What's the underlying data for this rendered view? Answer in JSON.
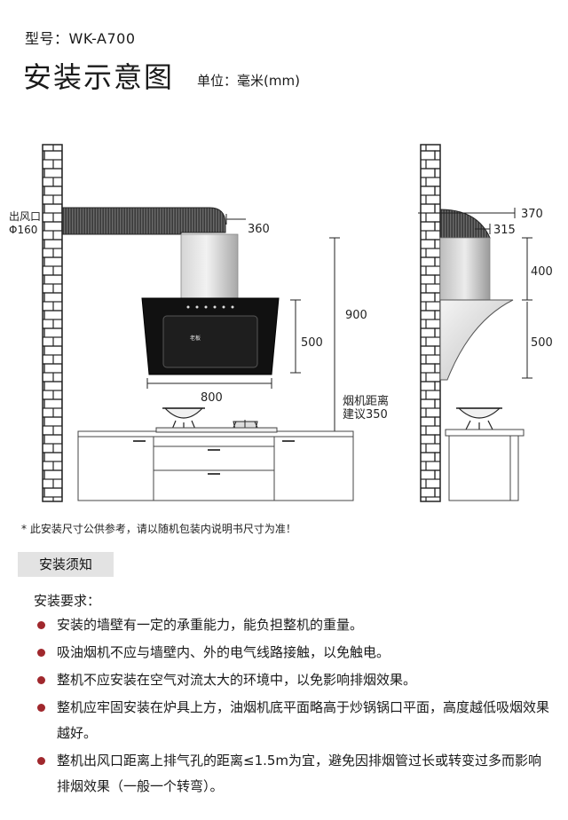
{
  "header": {
    "model": "型号：WK-A700",
    "title": "安装示意图",
    "unit": "单位：毫米(mm)"
  },
  "diagram": {
    "front": {
      "outlet_label": "出风口",
      "outlet_size": "Φ160",
      "dim_duct": "360",
      "dim_total_height": "900",
      "dim_hood_height": "500",
      "dim_width": "800",
      "height_note_line1": "烟机距离",
      "height_note_line2": "建议350",
      "brand_mark": "老板"
    },
    "side": {
      "dim_top": "370",
      "dim_duct": "315",
      "dim_chimney": "400",
      "dim_hood": "500"
    }
  },
  "note": "* 此安装尺寸公供参考，请以随机包装内说明书尺寸为准！",
  "section": {
    "title": "安装须知",
    "requirements_heading": "安装要求：",
    "items": [
      "安装的墙壁有一定的承重能力，能负担整机的重量。",
      "吸油烟机不应与墙壁内、外的电气线路接触，以免触电。",
      "整机不应安装在空气对流太大的环境中，以免影响排烟效果。",
      "整机应牢固安装在炉具上方，油烟机底平面略高于炒锅锅口平面，高度越低吸烟效果越好。",
      "整机出风口距离上排气孔的距离≤1.5m为宜，避免因排烟管过长或转变过多而影响排烟效果（一般一个转弯）。"
    ]
  },
  "colors": {
    "bullet": "#a0282d",
    "section_bg": "#e3e3e3",
    "hood_glass": "#111111"
  }
}
